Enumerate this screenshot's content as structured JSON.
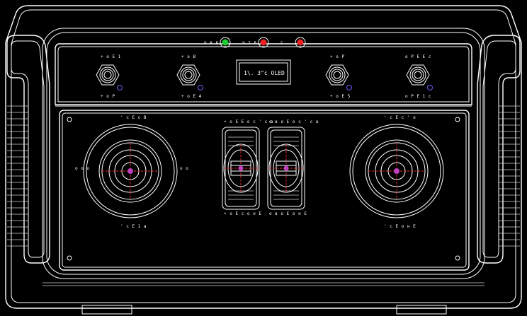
{
  "drawing": {
    "background": "#000000",
    "line_color": "#ffffff",
    "accent_colors": {
      "led_green": "#22cc33",
      "led_red": "#ee2222",
      "center_mark": "#c040c0",
      "crosshair": "#ff2a2a",
      "indicator": "#6a5cff"
    }
  },
  "top_panel": {
    "leds": [
      {
        "label": "о в в",
        "color": "#22cc33"
      },
      {
        "label": "ч т в",
        "color": "#ee2222"
      },
      {
        "label": "с",
        "color": "#ee2222"
      }
    ],
    "display": {
      "label": "1\\. 3\"c OLED"
    },
    "knobs": [
      {
        "top_label": "+ о Е 1",
        "bottom_label": "+ о Р"
      },
      {
        "top_label": "+ о В",
        "bottom_label": "+ о Е 4"
      },
      {
        "top_label": "+ о Р",
        "bottom_label": "+ о Е 5"
      },
      {
        "top_label": "о Р Е Е с",
        "bottom_label": "о Р Е 1 с"
      }
    ]
  },
  "main_panel": {
    "left_joystick": {
      "top_label": "' с Е с В",
      "bottom_label": "' с Е 1 а",
      "side_left": "о о о",
      "side_right": "о о"
    },
    "right_joystick": {
      "top_label": "' с Е с ' о",
      "bottom_label": "' с Е о н Е"
    },
    "sliders": [
      {
        "top_label": "• о Е Е о с ' с а",
        "bottom_label": "• о Е с о н Е"
      },
      {
        "top_label": "о в о Е о с ' с а",
        "bottom_label": "о в о Е о н Е"
      }
    ]
  }
}
